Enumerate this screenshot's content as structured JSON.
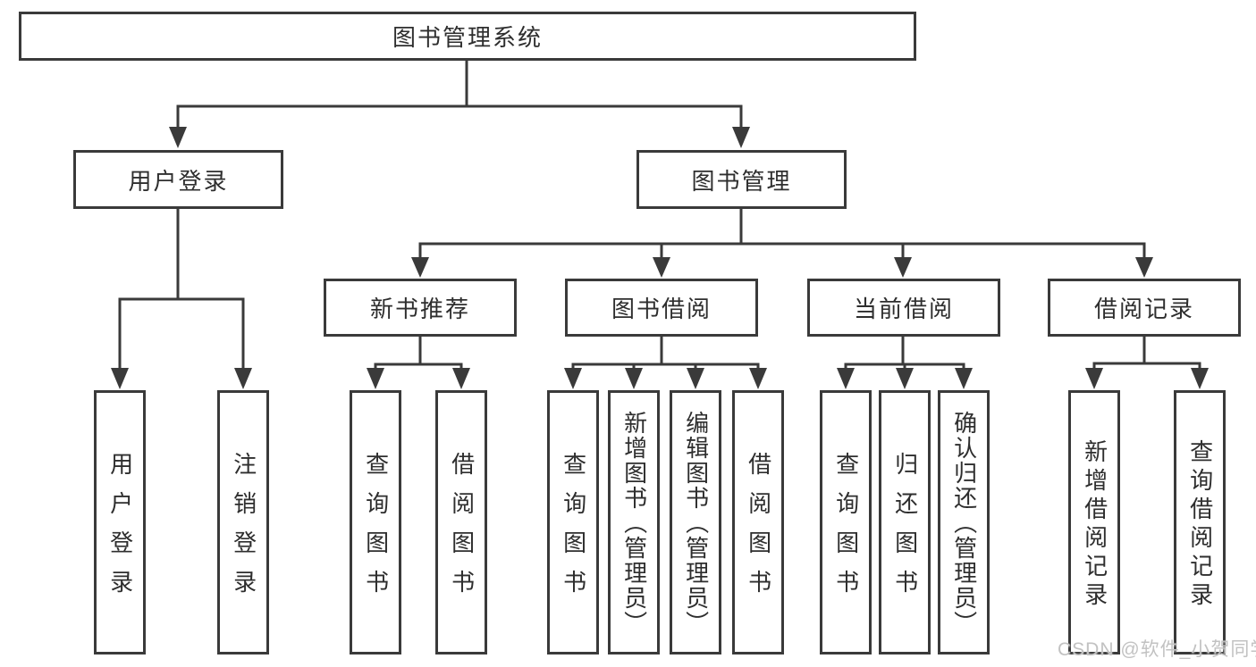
{
  "diagram": {
    "root": {
      "label": "图书管理系统"
    },
    "branches": [
      {
        "label": "用户登录",
        "leaves": [
          {
            "label": "用户登录"
          },
          {
            "label": "注销登录"
          }
        ]
      },
      {
        "label": "图书管理",
        "groups": [
          {
            "label": "新书推荐",
            "leaves": [
              {
                "label": "查询图书"
              },
              {
                "label": "借阅图书"
              }
            ]
          },
          {
            "label": "图书借阅",
            "leaves": [
              {
                "label": "查询图书"
              },
              {
                "label": "新增图书（管理员）"
              },
              {
                "label": "编辑图书（管理员）"
              },
              {
                "label": "借阅图书"
              }
            ]
          },
          {
            "label": "当前借阅",
            "leaves": [
              {
                "label": "查询图书"
              },
              {
                "label": "归还图书"
              },
              {
                "label": "确认归还（管理员）"
              }
            ]
          },
          {
            "label": "借阅记录",
            "leaves": [
              {
                "label": "新增借阅记录"
              },
              {
                "label": "查询借阅记录"
              }
            ]
          }
        ]
      }
    ]
  },
  "watermark": {
    "text": "CSDN @软件_小贺同学"
  },
  "colors": {
    "line": "#3a3a3a",
    "text": "#2e2e2e",
    "background": "#ffffff",
    "watermark": "#c2c2c2"
  }
}
